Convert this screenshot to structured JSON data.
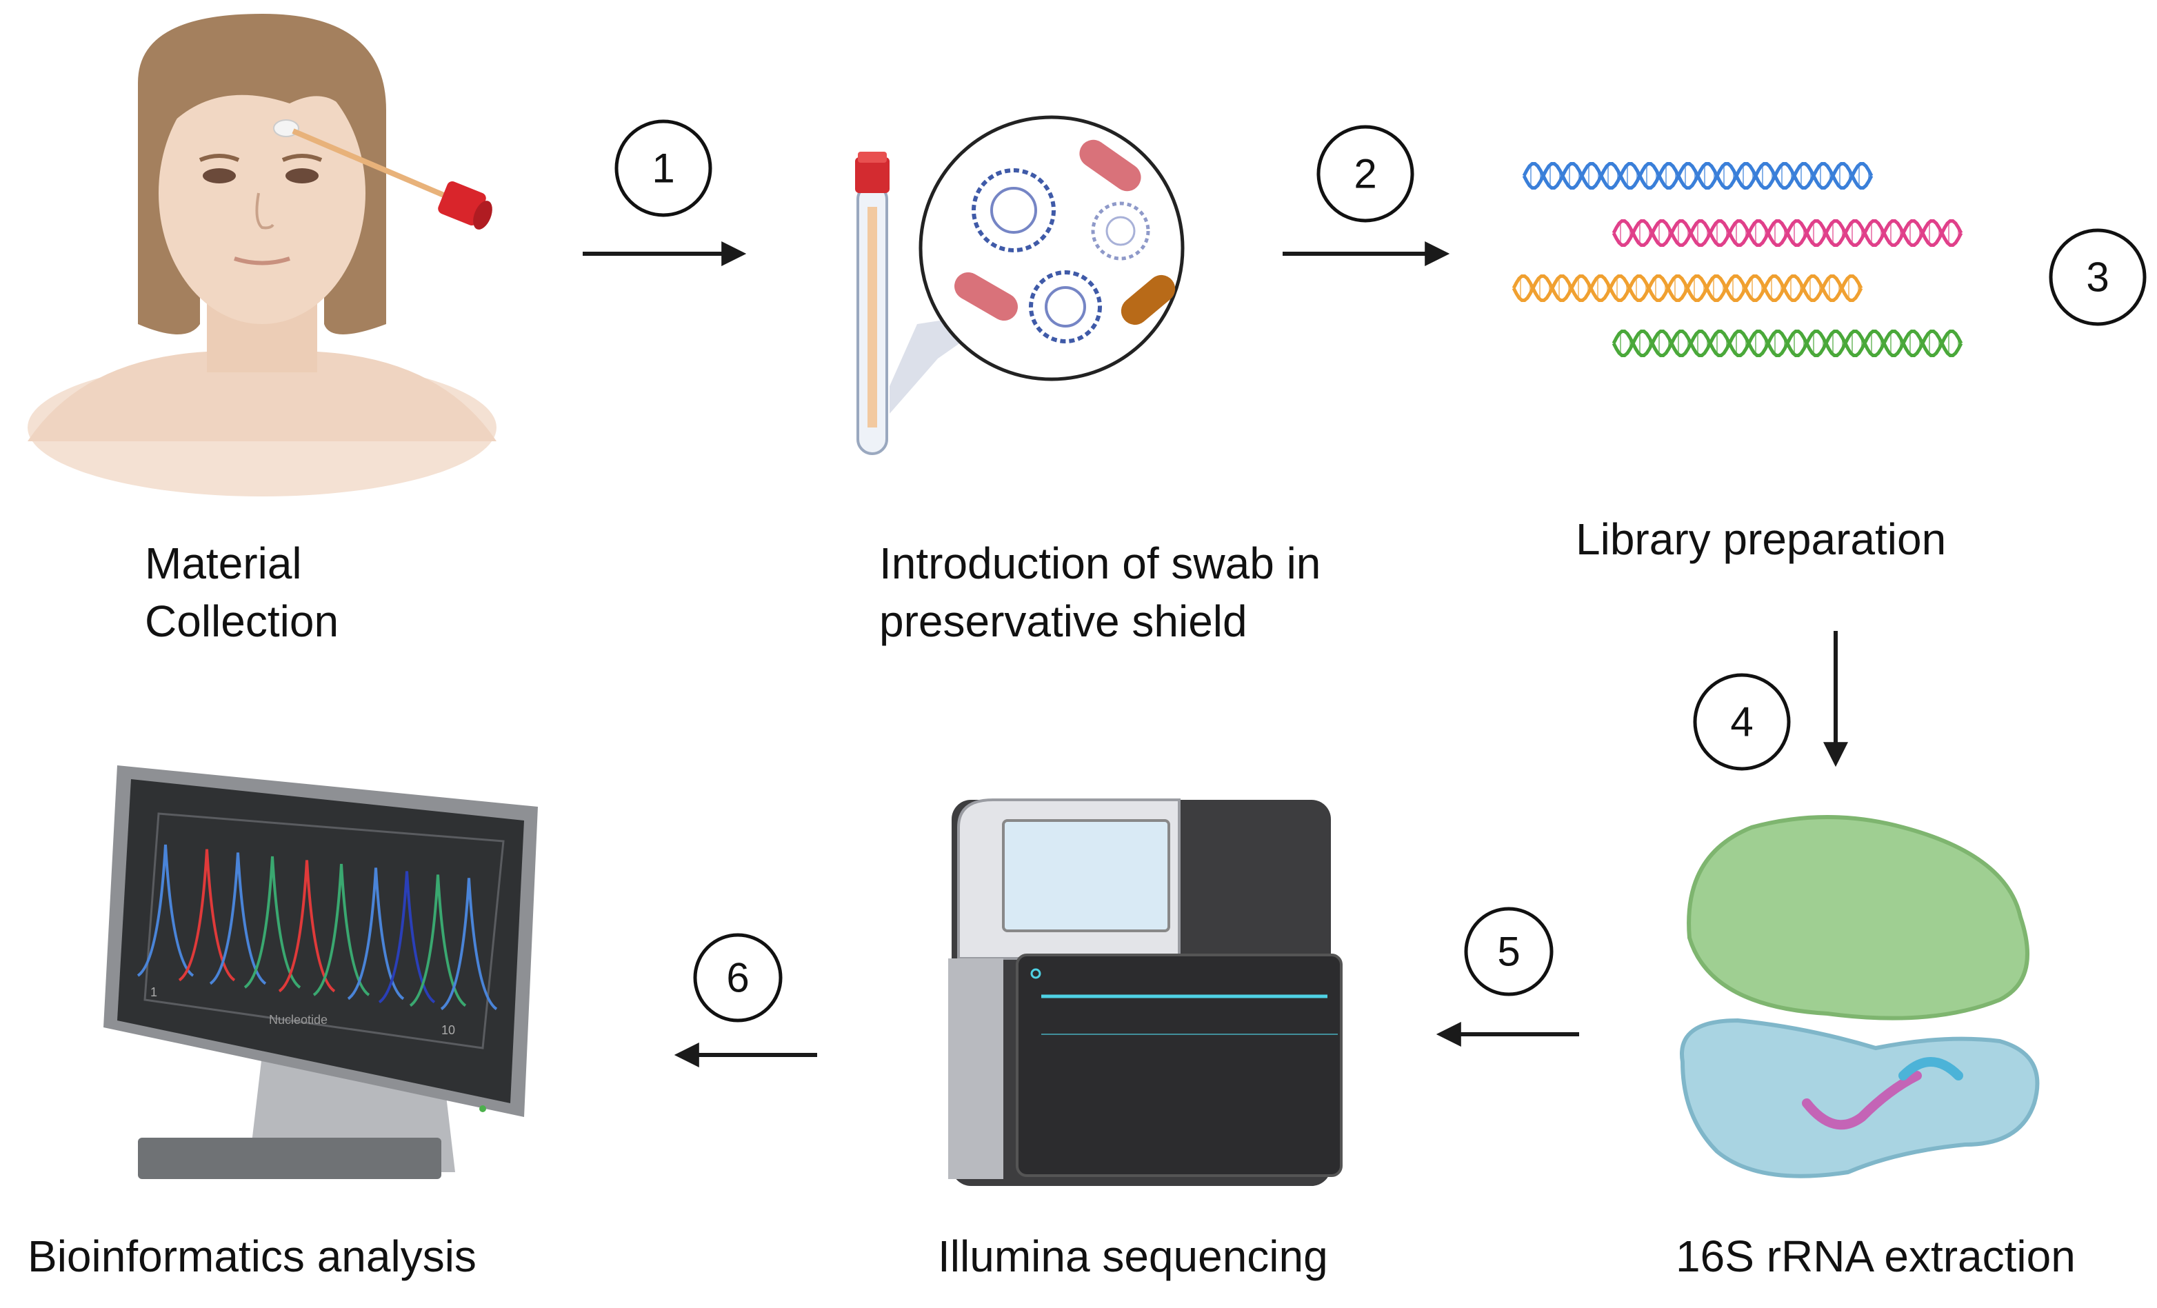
{
  "steps": [
    {
      "number": "1"
    },
    {
      "number": "2"
    },
    {
      "number": "3"
    },
    {
      "number": "4"
    },
    {
      "number": "5"
    },
    {
      "number": "6"
    }
  ],
  "labels": {
    "material_line1": "Material",
    "material_line2": "Collection",
    "swab_line1": "Introduction of swab in",
    "swab_line2": "preservative shield",
    "library": "Library preparation",
    "rrna": "16S rRNA extraction",
    "illumina": "Illumina sequencing",
    "bioinfo": "Bioinformatics analysis"
  },
  "monitor": {
    "axis_start": "1",
    "axis_end": "10",
    "axis_label": "Nucleotide"
  },
  "colors": {
    "arrow": "#1a1a1a",
    "dna": [
      "#3a7fd9",
      "#e0408a",
      "#f0a030",
      "#4aa83a"
    ],
    "trace": [
      "#4a84d8",
      "#e03a3a",
      "#3aa870",
      "#2a3fb8"
    ]
  }
}
